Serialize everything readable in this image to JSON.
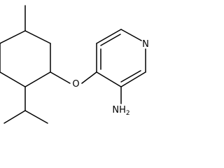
{
  "molecule": {
    "atom_labels": {
      "ring_nitrogen": "N",
      "ether_oxygen": "O",
      "amine": "NH",
      "amine_subscript": "2"
    },
    "colors": {
      "bond": "#000000",
      "label": "#000000",
      "background": "#ffffff"
    }
  }
}
